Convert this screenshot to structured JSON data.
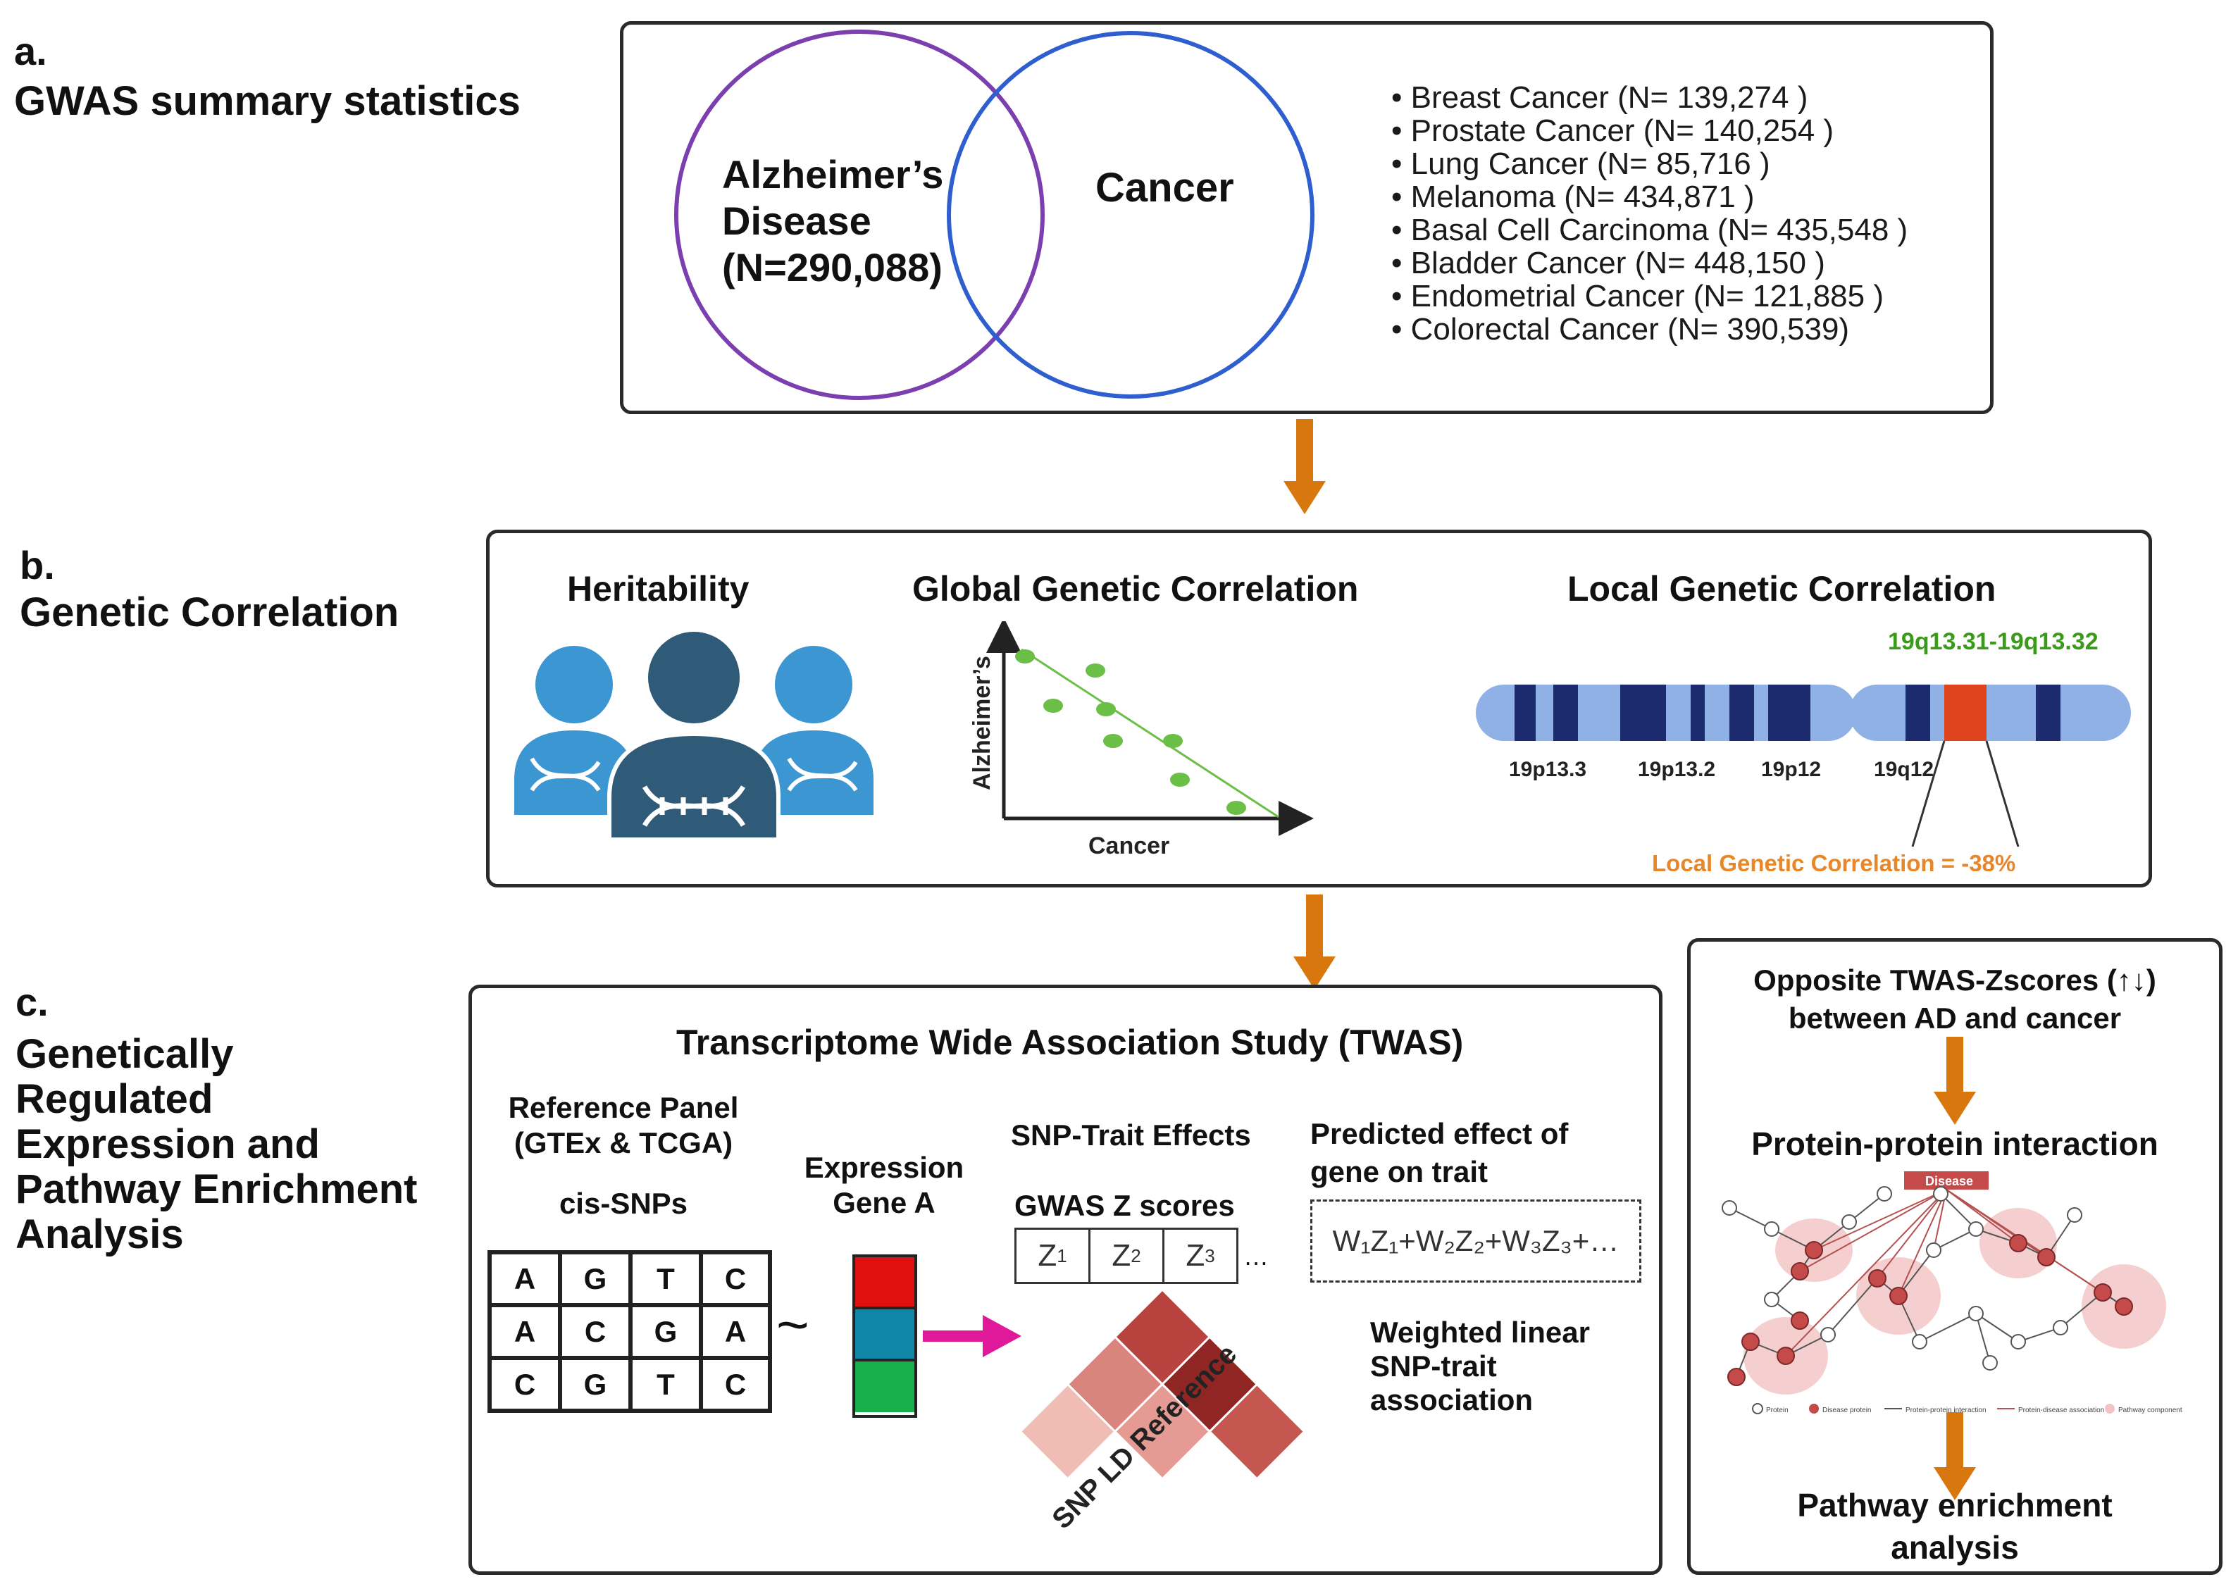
{
  "section_a": {
    "letter": "a.",
    "title": "GWAS summary statistics",
    "venn_left": [
      "Alzheimer’s",
      "Disease",
      "(N=290,088)"
    ],
    "venn_right": "Cancer",
    "cancers": [
      "Breast Cancer (N= 139,274 )",
      "Prostate Cancer (N= 140,254 )",
      "Lung Cancer (N= 85,716 )",
      "Melanoma (N= 434,871 )",
      "Basal Cell Carcinoma (N= 435,548 )",
      "Bladder Cancer (N= 448,150 )",
      "Endometrial Cancer (N= 121,885 )",
      "Colorectal Cancer (N= 390,539)"
    ],
    "colors": {
      "alz_circle": "#7b3fb0",
      "cancer_circle": "#2f5ecf"
    }
  },
  "section_b": {
    "letter": "b.",
    "title": "Genetic Correlation",
    "heritability": "Heritability",
    "global_title": "Global Genetic Correlation",
    "global_xlabel": "Cancer",
    "global_ylabel": "Alzheimer’s",
    "local_title": "Local Genetic Correlation",
    "region_label": "19q13.31-19q13.32",
    "bands": [
      "19p13.3",
      "19p13.2",
      "19p12",
      "19q12"
    ],
    "local_value": "Local Genetic Correlation = -38%",
    "colors": {
      "region_label": "#3a9a1a",
      "highlight": "#e0441c",
      "local_value": "#e8872a",
      "chrom": "#8fb1e6",
      "band": "#1c2a6e",
      "dots": "#6bbf46"
    }
  },
  "section_c": {
    "letter": "c.",
    "title": [
      "Genetically",
      "Regulated",
      "Expression and",
      "Pathway Enrichment",
      "Analysis"
    ],
    "twas_title": "Transcriptome Wide Association Study (TWAS)",
    "ref_panel": [
      "Reference Panel",
      "(GTEx & TCGA)"
    ],
    "cis_snps": "cis-SNPs",
    "grid": [
      [
        "A",
        "G",
        "T",
        "C"
      ],
      [
        "A",
        "C",
        "G",
        "A"
      ],
      [
        "C",
        "G",
        "T",
        "C"
      ]
    ],
    "tilde": "~",
    "expression": [
      "Expression",
      "Gene A"
    ],
    "snp_trait": "SNP-Trait Effects",
    "gwas_z": "GWAS Z scores",
    "z_cells": [
      "Z",
      "Z",
      "Z"
    ],
    "z_subs": [
      "1",
      "2",
      "3"
    ],
    "z_ellipsis": "…",
    "ld_label": "SNP LD Reference",
    "predicted": [
      "Predicted effect of",
      "gene on trait"
    ],
    "formula": "W₁Z₁+W₂Z₂+W₃Z₃+…",
    "weighted": [
      "Weighted linear",
      "SNP-trait",
      "association"
    ],
    "colors": {
      "red": "#e01010",
      "blue": "#0f86a8",
      "green": "#17b04a",
      "arrow": "#e0189a"
    }
  },
  "side_panel": {
    "opposite": [
      "Opposite TWAS-Zscores (↑↓)",
      "between AD and cancer"
    ],
    "ppi": "Protein-protein interaction",
    "disease_label": "Disease",
    "legend": [
      "Protein",
      "Disease protein",
      "Protein-protein interaction",
      "Protein-disease association",
      "Pathway component"
    ],
    "pathway": [
      "Pathway enrichment",
      "analysis"
    ]
  },
  "arrow_color": "#d9770f"
}
